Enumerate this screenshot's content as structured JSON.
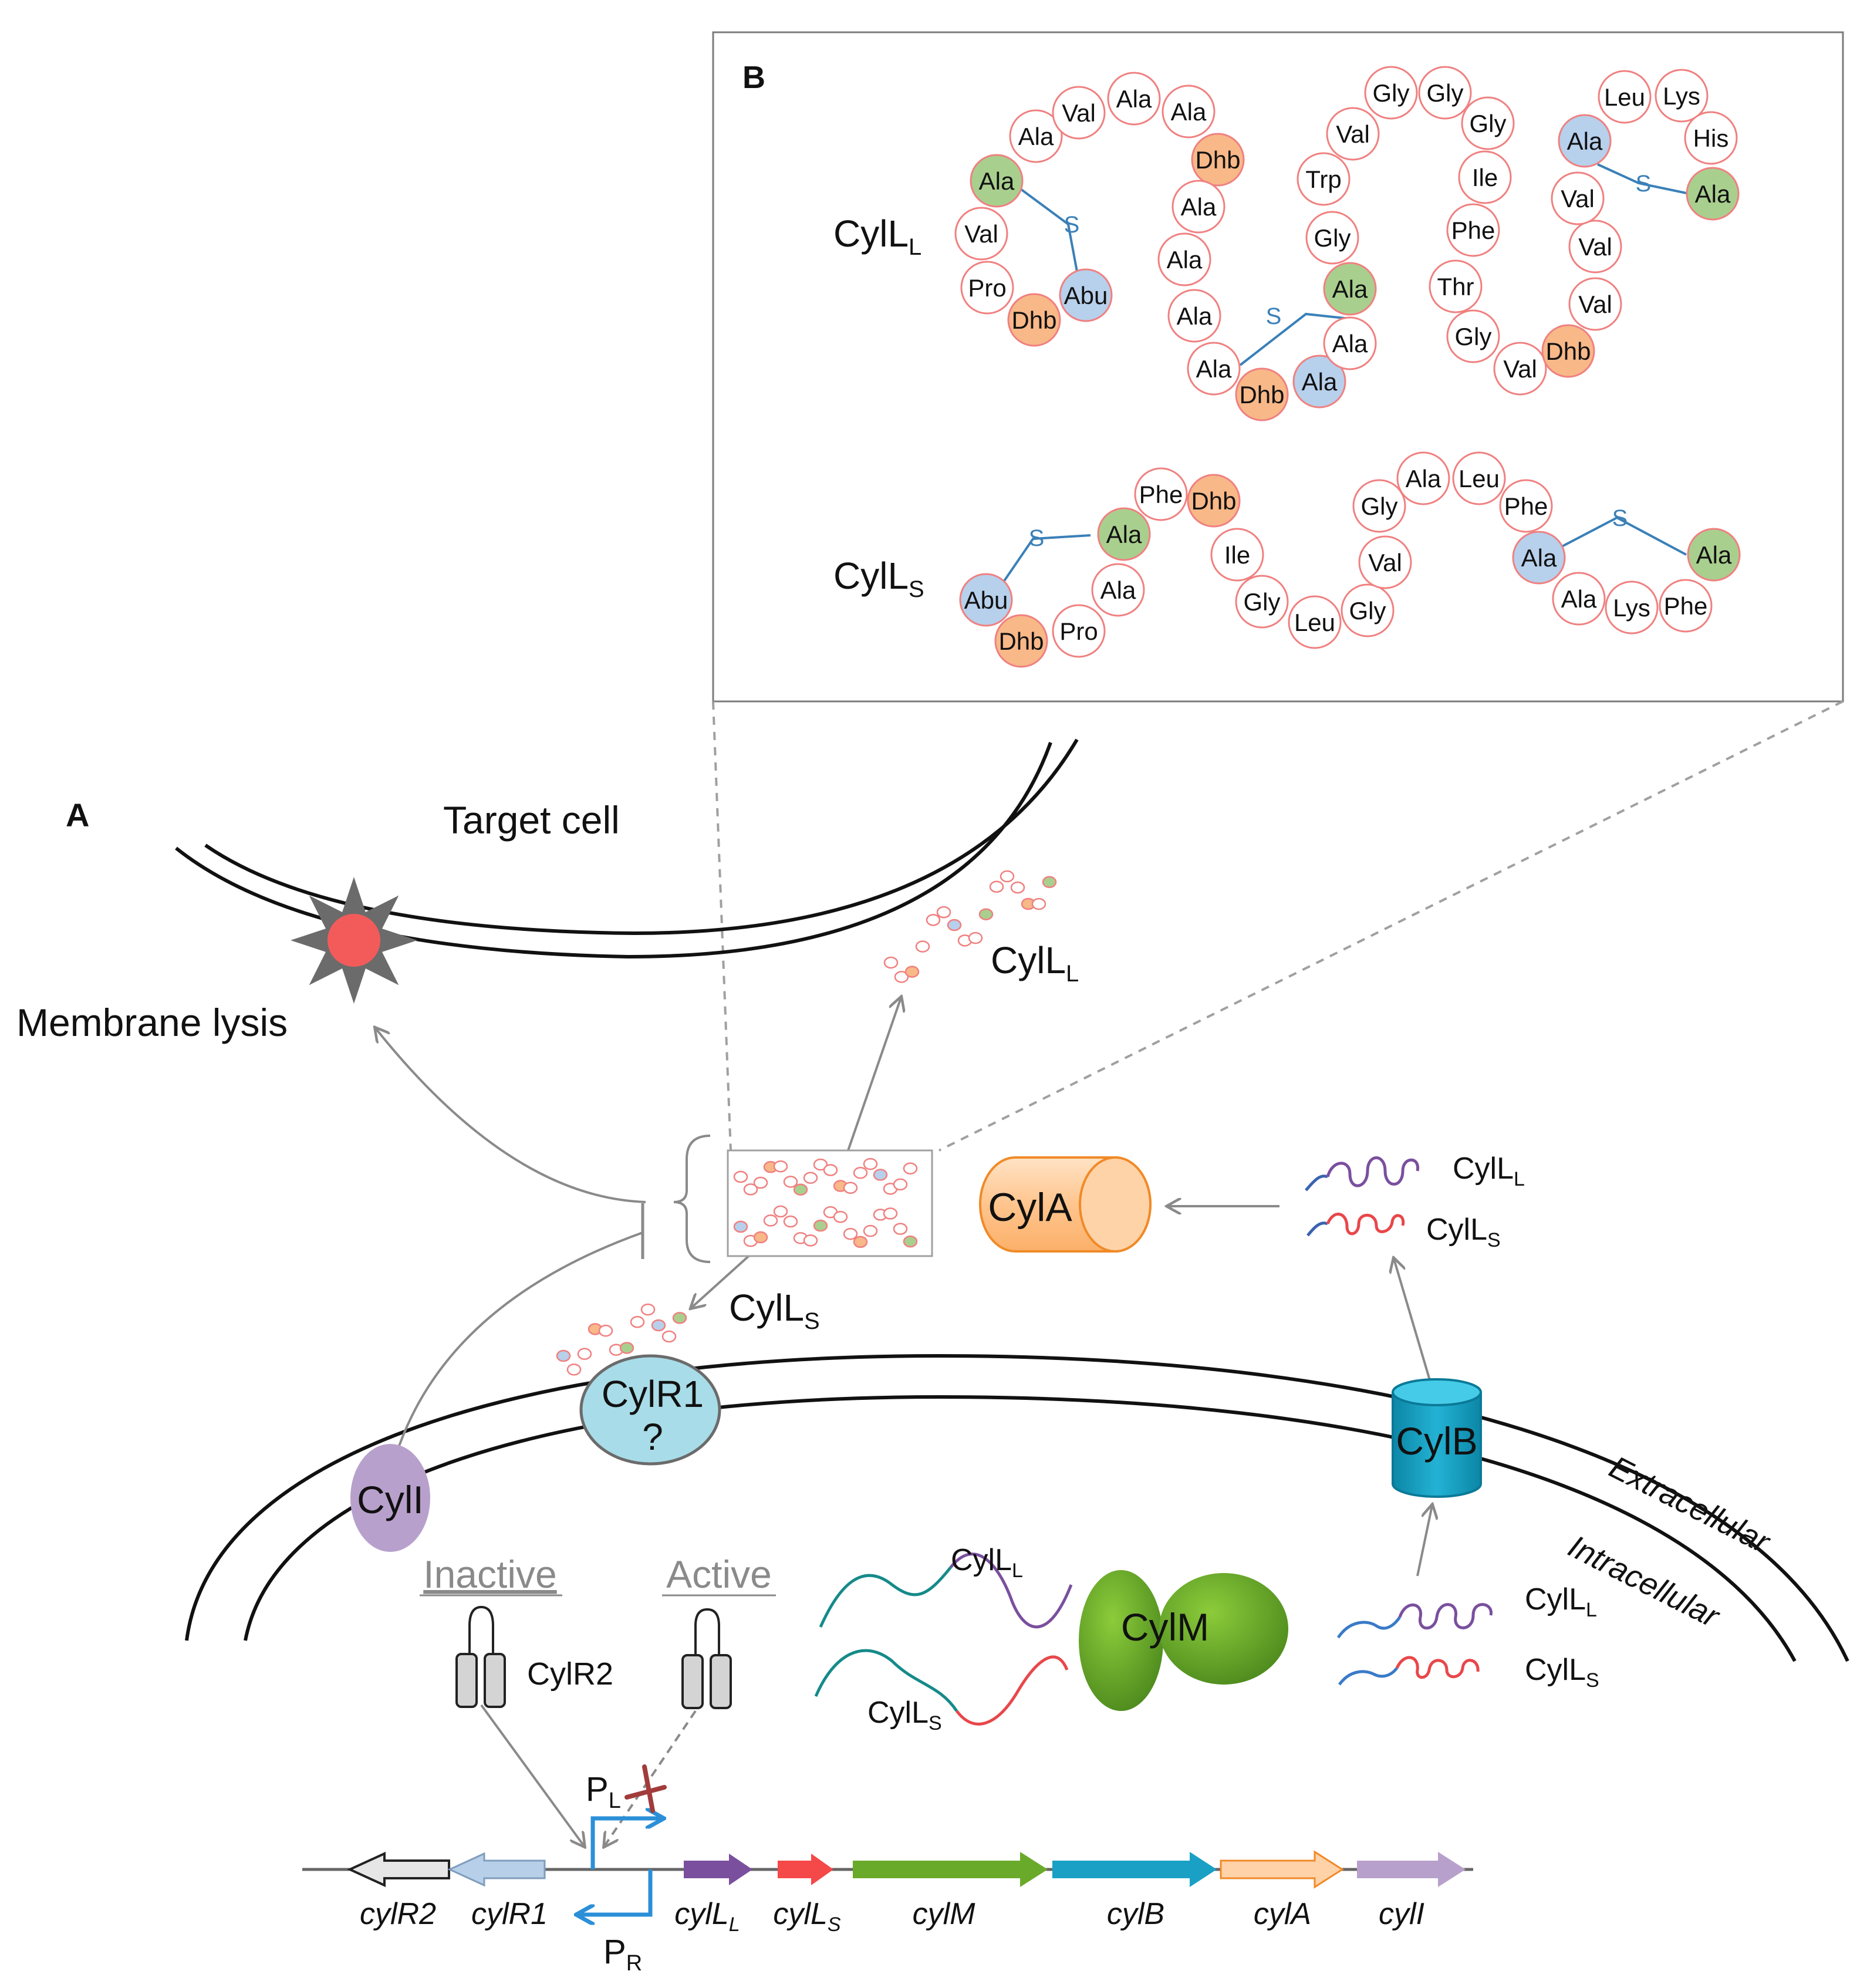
{
  "panel_a": {
    "label": "A",
    "target_cell": "Target cell",
    "membrane_lysis": "Membrane lysis",
    "extracellular": "Extracellular",
    "intracellular": "Intracellular",
    "inactive": "Inactive",
    "active": "Active",
    "proteins": {
      "cyla": "CylA",
      "cylb": "CylB",
      "cylm": "CylM",
      "cyli": "CylI",
      "cylr1": "CylR1",
      "cylr1_q": "?",
      "cylr2": "CylR2"
    },
    "peptide_labels": {
      "cyll_main": "CylL",
      "cyll_sub": "L",
      "cyls_main": "CylL",
      "cyls_sub": "S"
    },
    "promoters": {
      "pl_main": "P",
      "pl_sub": "L",
      "pr_main": "P",
      "pr_sub": "R"
    },
    "genes": [
      {
        "main": "cylR2",
        "sub": ""
      },
      {
        "main": "cylR1",
        "sub": ""
      },
      {
        "main": "cylL",
        "sub": "L"
      },
      {
        "main": "cylL",
        "sub": "S"
      },
      {
        "main": "cylM",
        "sub": ""
      },
      {
        "main": "cylB",
        "sub": ""
      },
      {
        "main": "cylA",
        "sub": ""
      },
      {
        "main": "cylI",
        "sub": ""
      }
    ]
  },
  "panel_b": {
    "label": "B",
    "sulfur": "S",
    "cyll_main": "CylL",
    "cyll_sub": "L",
    "cyls_main": "CylL",
    "cyls_sub": "S",
    "cyll_residues": [
      "Ala",
      "Val",
      "Ala",
      "Ala",
      "Dhb",
      "Ala",
      "Ala",
      "Ala",
      "Ala",
      "Dhb",
      "Ala",
      "Ala",
      "Ala",
      "Gly",
      "Trp",
      "Val",
      "Gly",
      "Gly",
      "Gly",
      "Ile",
      "Phe",
      "Thr",
      "Gly",
      "Val",
      "Dhb",
      "Val",
      "Val",
      "Val",
      "Ala",
      "Leu",
      "Lys",
      "His",
      "Ala",
      "Ala",
      "Val",
      "Pro",
      "Dhb",
      "Abu"
    ],
    "cyls_residues": [
      "Abu",
      "Dhb",
      "Pro",
      "Ala",
      "Ala",
      "Phe",
      "Dhb",
      "Ile",
      "Gly",
      "Leu",
      "Gly",
      "Val",
      "Gly",
      "Ala",
      "Leu",
      "Phe",
      "Ala",
      "Ala",
      "Lys",
      "Phe",
      "Ala"
    ]
  },
  "colors": {
    "plain": "#ffffff",
    "dhb": "#f8b888",
    "thioether_green": "#a9cf8e",
    "thioether_blue": "#b7d0ec",
    "ring": "#f08080",
    "cyla": "#f9a14a",
    "cylb": "#1aa7c8",
    "cylm": "#6aaa2a",
    "cyli": "#b8a0cc",
    "cylr1": "#a8dce8",
    "arrow_gray": "#8a8a8a",
    "promoter_blue": "#2b8fd8",
    "block_red": "#a23b3b"
  }
}
